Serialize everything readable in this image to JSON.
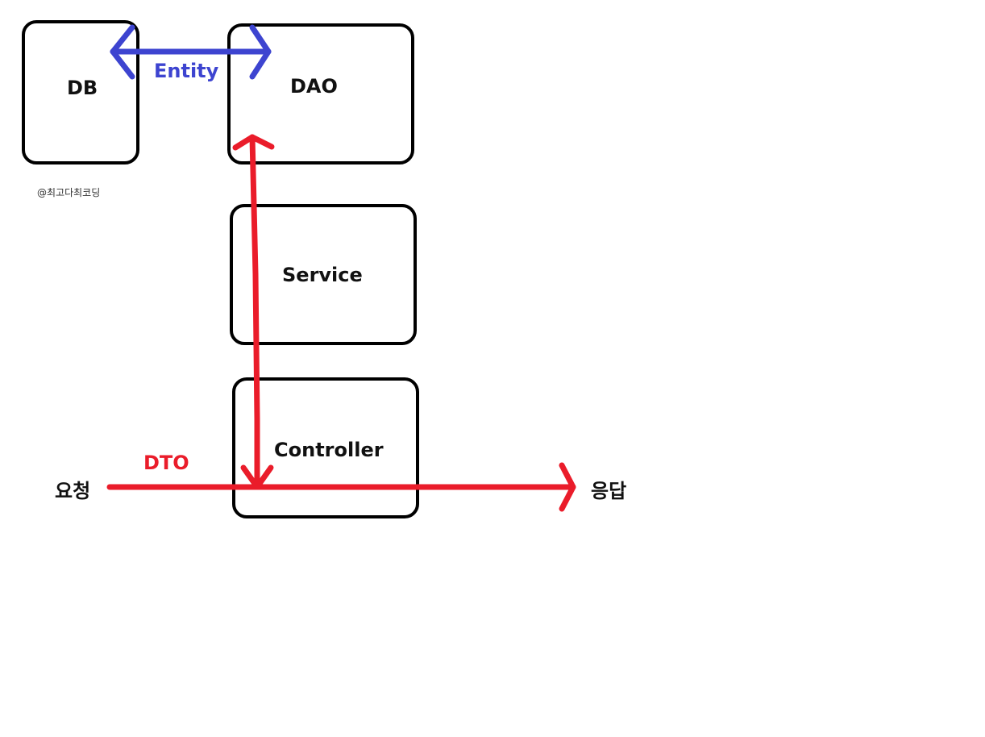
{
  "colors": {
    "entity_arrow": "#3d44d0",
    "dto_arrow": "#ea1c2a",
    "box_border": "#000000"
  },
  "nodes": {
    "db": {
      "label": "DB"
    },
    "dao": {
      "label": "DAO"
    },
    "service": {
      "label": "Service"
    },
    "controller": {
      "label": "Controller"
    }
  },
  "edges": {
    "entity": {
      "label": "Entity"
    },
    "dto": {
      "label": "DTO"
    }
  },
  "flow": {
    "request": "요청",
    "response": "응답"
  },
  "watermark": "@최고다최코딩"
}
